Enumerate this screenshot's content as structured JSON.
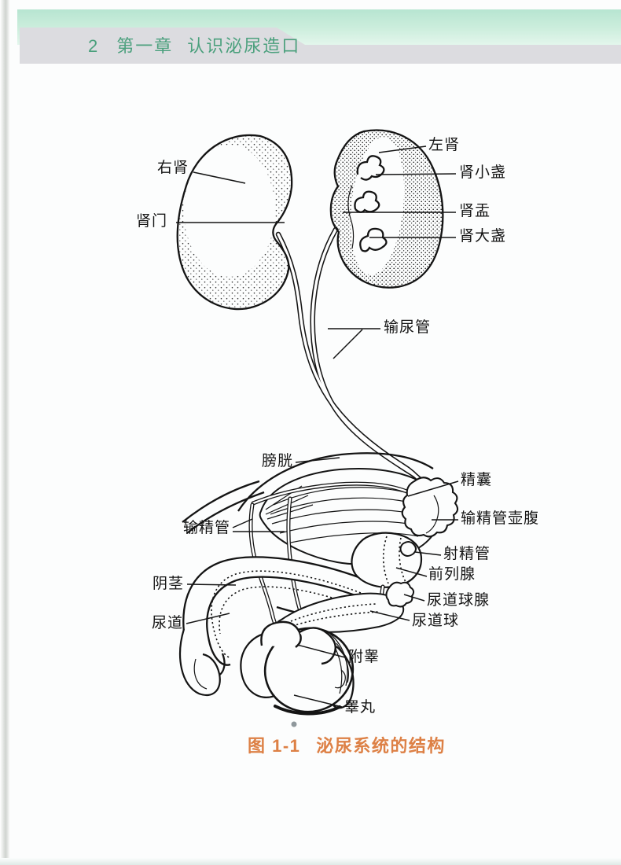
{
  "page": {
    "number": "2",
    "chapter": "第一章",
    "chapter_title": "认识泌尿造口"
  },
  "figure": {
    "caption_label": "图 1-1",
    "caption_title": "泌尿系统的结构",
    "labels": [
      {
        "id": "right-kidney",
        "text": "右肾"
      },
      {
        "id": "renal-hilum",
        "text": "肾门"
      },
      {
        "id": "left-kidney",
        "text": "左肾"
      },
      {
        "id": "minor-calyx",
        "text": "肾小盏"
      },
      {
        "id": "renal-pelvis",
        "text": "肾盂"
      },
      {
        "id": "major-calyx",
        "text": "肾大盏"
      },
      {
        "id": "ureter",
        "text": "输尿管"
      },
      {
        "id": "bladder",
        "text": "膀胱"
      },
      {
        "id": "seminal-vesicle",
        "text": "精囊"
      },
      {
        "id": "vas-deferens",
        "text": "输精管"
      },
      {
        "id": "ampulla-of-vas-deferens",
        "text": "输精管壶腹"
      },
      {
        "id": "ejaculatory-duct",
        "text": "射精管"
      },
      {
        "id": "prostate",
        "text": "前列腺"
      },
      {
        "id": "penis",
        "text": "阴茎"
      },
      {
        "id": "bulbourethral-gland",
        "text": "尿道球腺"
      },
      {
        "id": "urethra",
        "text": "尿道"
      },
      {
        "id": "urethral-bulb",
        "text": "尿道球"
      },
      {
        "id": "epididymis",
        "text": "附睾"
      },
      {
        "id": "testis",
        "text": "睾丸"
      }
    ]
  },
  "colors": {
    "header_band_green": "#c9ebd9",
    "header_tab_gray": "#dcdce0",
    "header_text_green": "#4ba07d",
    "caption_orange": "#dd8045",
    "line_art": "#141414"
  }
}
